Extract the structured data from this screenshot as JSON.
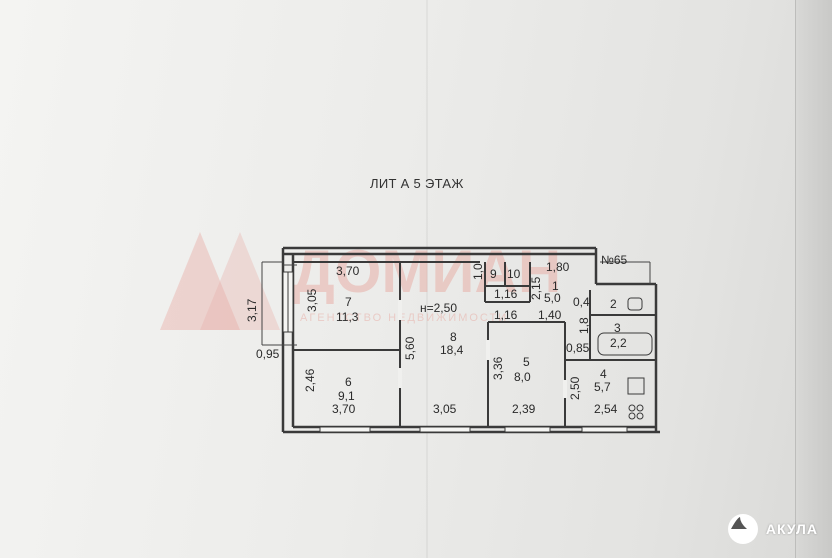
{
  "plan_title": "ЛИТ А 5 ЭТАЖ",
  "apartment_no": "№65",
  "watermark": {
    "main": "ДОМИАН",
    "sub": "АГЕНТСТВО НЕДВИЖИМОСТИ"
  },
  "ceiling_height": "н=2,50",
  "rooms": [
    {
      "id": "7",
      "area": "11,3"
    },
    {
      "id": "6",
      "area": "9,1"
    },
    {
      "id": "8",
      "area": "18,4"
    },
    {
      "id": "5",
      "area": "8,0"
    },
    {
      "id": "1",
      "area": "5,0"
    },
    {
      "id": "2",
      "area": ""
    },
    {
      "id": "3",
      "area": "2,2"
    },
    {
      "id": "4",
      "area": "5,7"
    },
    {
      "id": "9",
      "area": ""
    },
    {
      "id": "10",
      "area": ""
    }
  ],
  "dimensions": {
    "top_left": "3,70",
    "left_height": "3,05",
    "outer_left": "3,17",
    "outer_offset": "0,95",
    "room6_height": "2,46",
    "bottom_1": "3,70",
    "bottom_2": "3,05",
    "bottom_3": "2,39",
    "bottom_4": "2,54",
    "hall_height": "5,60",
    "room5_height": "3,36",
    "room4_height": "2,50",
    "top_closet": "1,0",
    "top_right": "1,80",
    "hall_v": "2,15",
    "w_116a": "1,16",
    "w_116b": "1,16",
    "w_140": "1,40",
    "w_04": "0,4",
    "h_18": "1,8",
    "w_085": "0,85"
  },
  "badge": {
    "text": "АКУЛА",
    "icon": "shark-icon"
  }
}
